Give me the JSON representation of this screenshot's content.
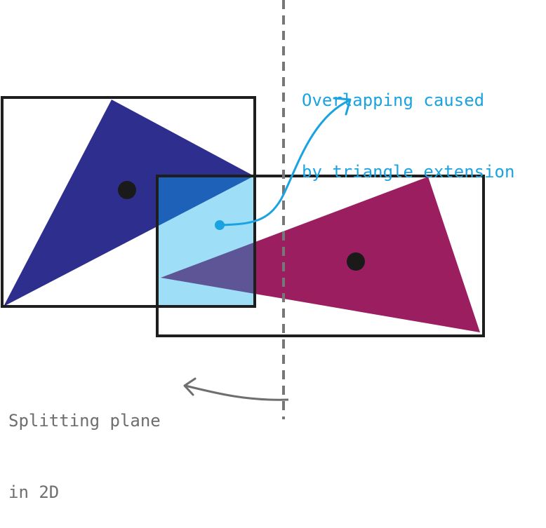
{
  "colors": {
    "triangle_left": "#2e2e8f",
    "triangle_right": "#9b1f60",
    "overlap_region": "#9edff7",
    "box_stroke": "#1e1e1e",
    "centroid": "#1a1a1a",
    "splitting_plane": "#777777",
    "overlap_annotation": "#1aa3e0",
    "plane_annotation": "#6e6e6e"
  },
  "annotations": {
    "overlap": {
      "line1": "Overlapping caused",
      "line2": "by triangle extension"
    },
    "splitting_plane": {
      "line1": "Splitting plane",
      "line2": "in 2D"
    }
  }
}
